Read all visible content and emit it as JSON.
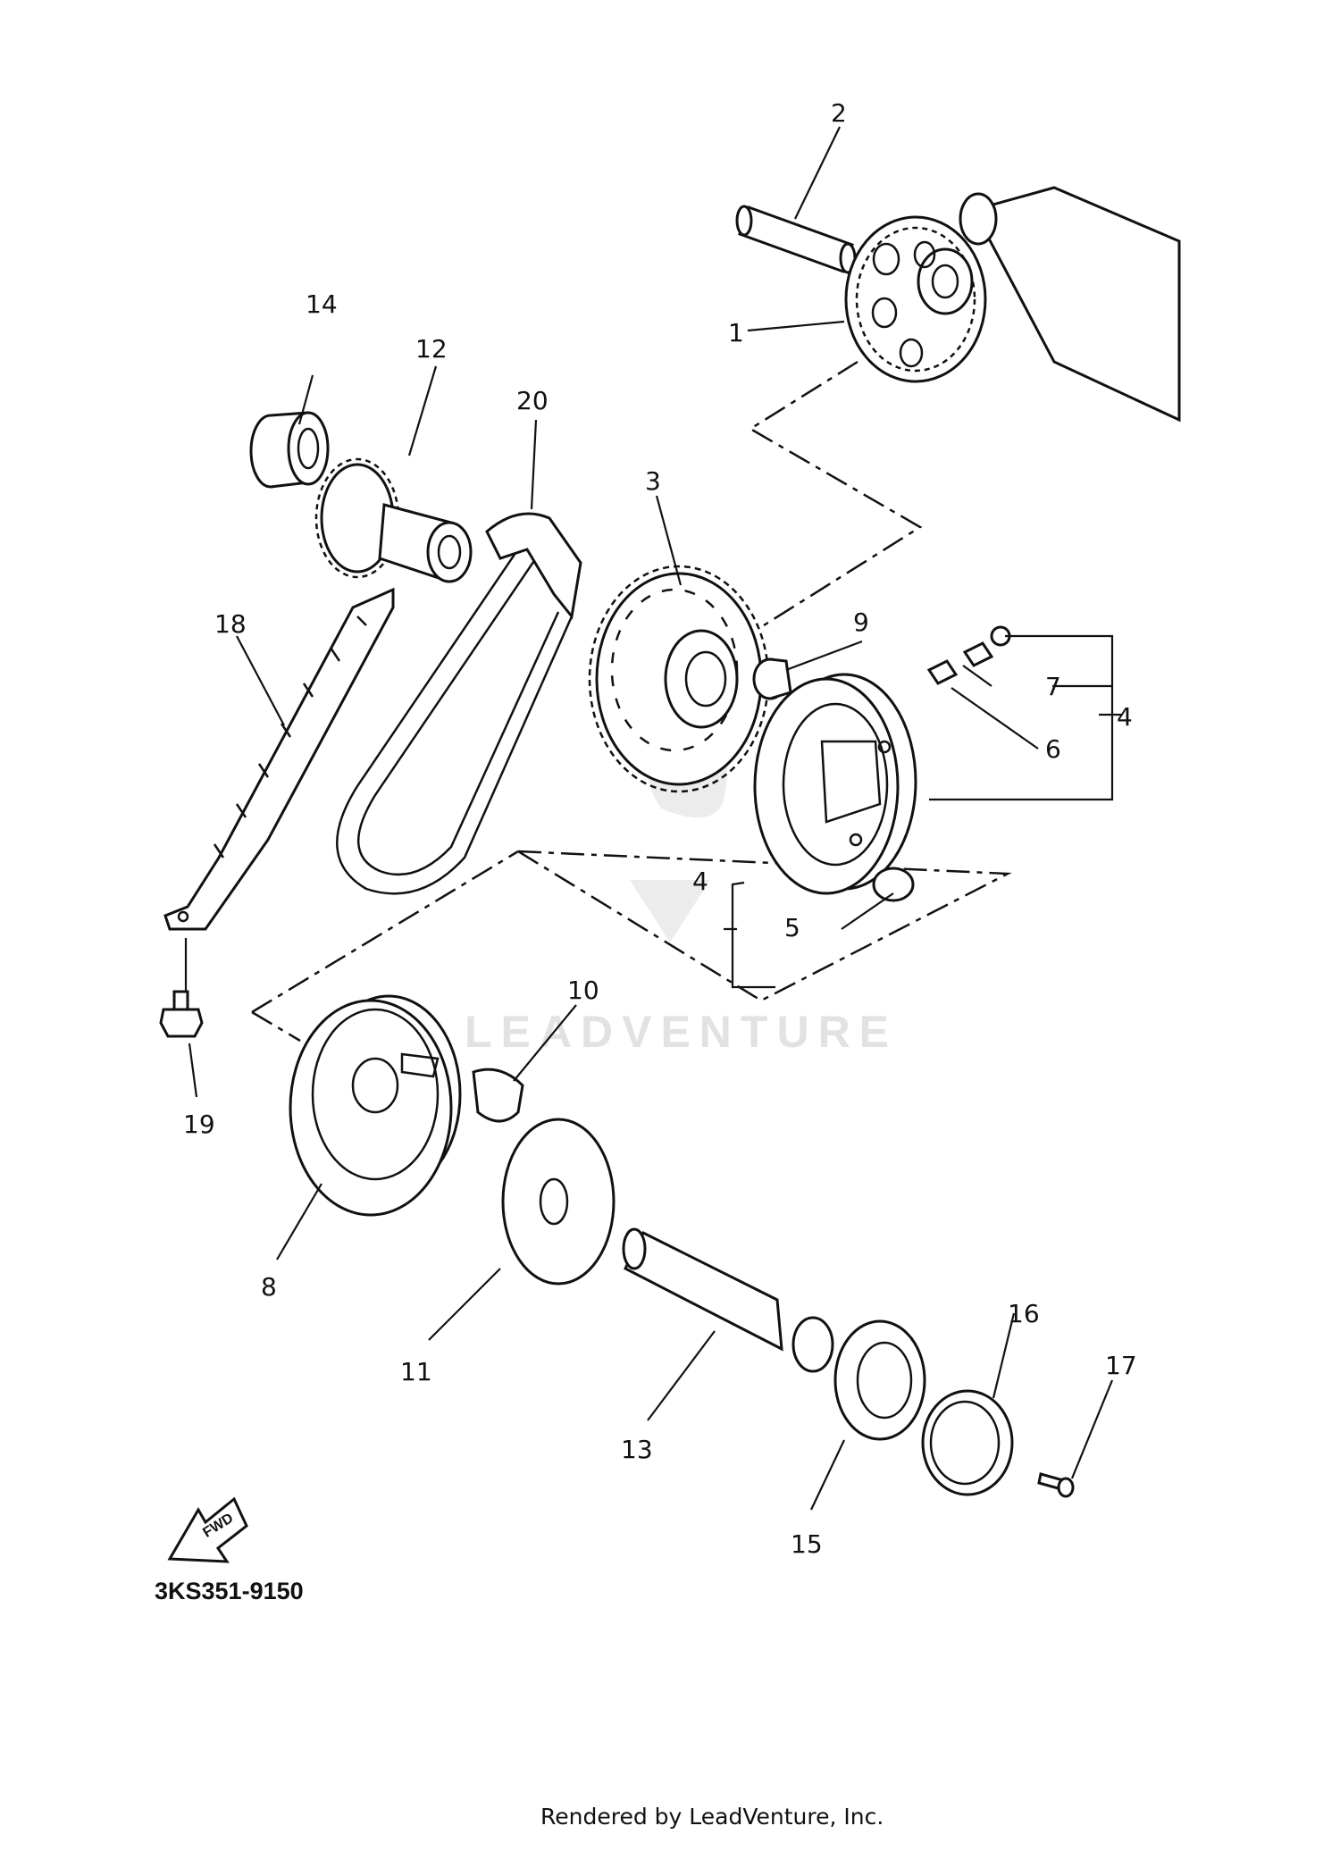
{
  "diagram": {
    "callouts": [
      {
        "id": "c1",
        "label": "1"
      },
      {
        "id": "c2",
        "label": "2"
      },
      {
        "id": "c3",
        "label": "3"
      },
      {
        "id": "c4a",
        "label": "4"
      },
      {
        "id": "c4b",
        "label": "4"
      },
      {
        "id": "c5",
        "label": "5"
      },
      {
        "id": "c6",
        "label": "6"
      },
      {
        "id": "c7",
        "label": "7"
      },
      {
        "id": "c8",
        "label": "8"
      },
      {
        "id": "c9",
        "label": "9"
      },
      {
        "id": "c10",
        "label": "10"
      },
      {
        "id": "c11",
        "label": "11"
      },
      {
        "id": "c12",
        "label": "12"
      },
      {
        "id": "c13",
        "label": "13"
      },
      {
        "id": "c14",
        "label": "14"
      },
      {
        "id": "c15",
        "label": "15"
      },
      {
        "id": "c16",
        "label": "16"
      },
      {
        "id": "c17",
        "label": "17"
      },
      {
        "id": "c18",
        "label": "18"
      },
      {
        "id": "c19",
        "label": "19"
      },
      {
        "id": "c20",
        "label": "20"
      }
    ],
    "fwd_badge": "FWD",
    "diagram_code": "3KS351-9150",
    "watermark": "LEADVENTURE",
    "footer": "Rendered by LeadVenture, Inc."
  }
}
